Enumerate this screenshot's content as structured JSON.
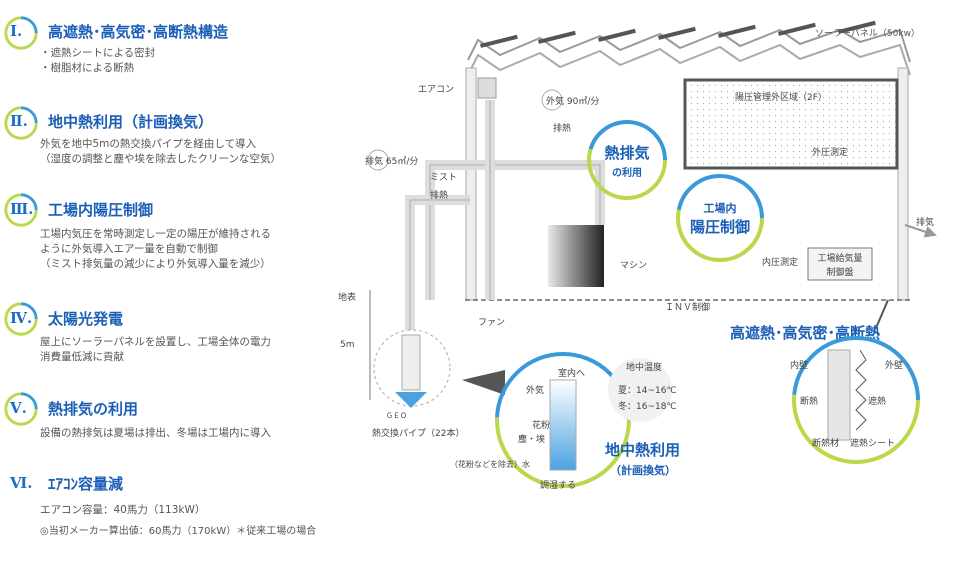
{
  "sections": [
    {
      "num": "Ⅰ.",
      "title": "高遮熱･高気密･高断熱構造",
      "lines": [
        "・遮熱シートによる密封",
        "・樹脂材による断熱"
      ]
    },
    {
      "num": "Ⅱ.",
      "title": "地中熱利用（計画換気）",
      "lines": [
        "外気を地中5mの熱交換パイプを経由して導入",
        "（湿度の調整と塵や埃を除去したクリーンな空気）"
      ]
    },
    {
      "num": "Ⅲ.",
      "title": "工場内陽圧制御",
      "lines": [
        "工場内気圧を常時測定し一定の陽圧が維持される",
        "ように外気導入エアー量を自動で制御",
        "（ミスト排気量の減少により外気導入量を減少）"
      ]
    },
    {
      "num": "Ⅳ.",
      "title": "太陽光発電",
      "lines": [
        "屋上にソーラーパネルを設置し、工場全体の電力",
        "消費量低減に貢献"
      ]
    },
    {
      "num": "Ⅴ.",
      "title": "熱排気の利用",
      "lines": [
        "設備の熱排気は夏場は排出、冬場は工場内に導入"
      ]
    },
    {
      "num": "Ⅵ.",
      "title": "ｴｱｺﾝ容量減",
      "lines": [
        "エアコン容量：40馬力（113kW）",
        "◎当初メーカー算出値：60馬力（170kW）＊従来工場の場合"
      ]
    }
  ],
  "diagram": {
    "solar_panel": "ソーラーパネル（50kw）",
    "aircon": "エアコン",
    "outside_air": "外気 90㎥/分",
    "exhaust_top": "排熱",
    "exhaust_mist": "排気 65㎥/分",
    "mist": "ミスト",
    "exhaust_heat": "排熱",
    "pressure_zone": "陽圧管理外区域（2F）",
    "outside_pressure": "外圧測定",
    "heat_exhaust_use": [
      "熱排気",
      "の利用"
    ],
    "factory_pressure": [
      "工場内",
      "陽圧制御"
    ],
    "exhaust_right": "排気",
    "inside_pressure": "内圧測定",
    "control_panel": [
      "工場給気量",
      "制御盤"
    ],
    "machine": "マシン",
    "inv": "ＩＮＶ制御",
    "ground": "地表",
    "depth": "5m",
    "fan": "ファン",
    "geo": "ＧＥＯ",
    "geo_pipe": "熱交換パイプ（22本）",
    "insulation_title": "高遮熱･高気密･高断熱",
    "inner_wall": "内壁",
    "outer_wall": "外壁",
    "insulation": "断熱",
    "heat_shield": "遮熱",
    "insulation_material": "断熱材",
    "heat_sheet": "遮熱シート",
    "detail_outside": "外気",
    "detail_indoor": "室内へ",
    "pollen": [
      "花粉",
      "塵・埃"
    ],
    "pollen_removed": "（花粉などを除去）水",
    "humidity": "調湿する",
    "ground_temp_title": "地中温度",
    "summer": "夏：14~16℃",
    "winter": "冬：16~18℃",
    "geothermal": [
      "地中熱利用",
      "（計画換気）"
    ]
  },
  "colors": {
    "accent": "#1b6fc7",
    "title": "#1b5fb6",
    "swirl_green": "#b9d84a",
    "swirl_blue": "#3a9ad9"
  }
}
